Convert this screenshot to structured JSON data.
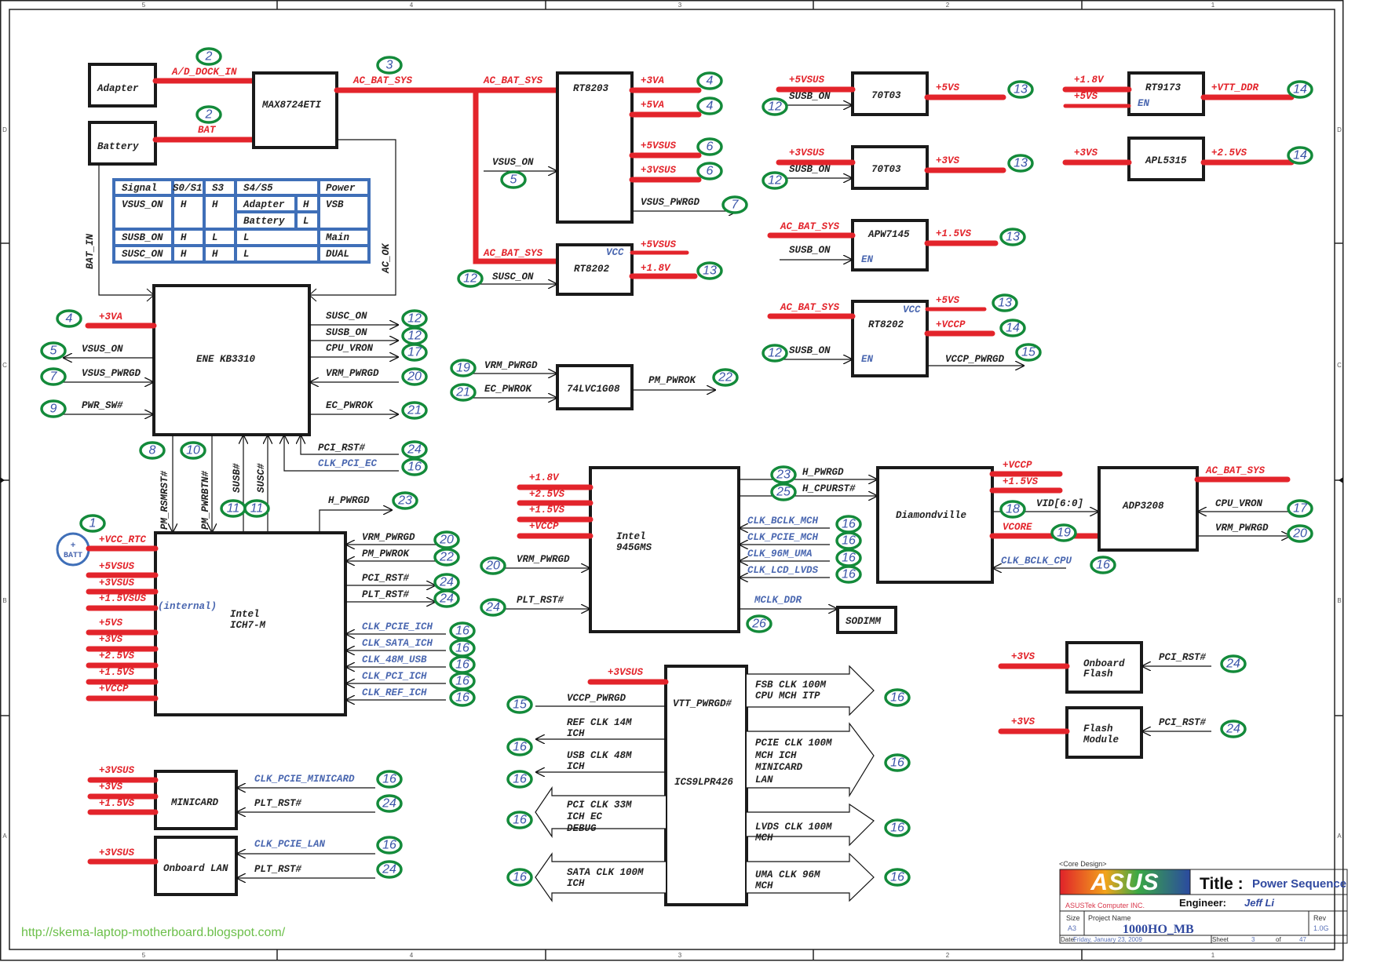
{
  "sheet": {
    "columns": [
      "5",
      "4",
      "3",
      "2",
      "1"
    ],
    "rows": [
      "D",
      "C",
      "B",
      "A"
    ],
    "watermark": "http://skema-laptop-motherboard.blogspot.com/"
  },
  "blocks": {
    "adapter": "Adapter",
    "battery": "Battery",
    "max8724": "MAX8724ETI",
    "rt8203": "RT8203",
    "rt8202_top": "RT8202",
    "t70t03_a": "70T03",
    "t70t03_b": "70T03",
    "apw7145": "APW7145",
    "rt8202_mid": "RT8202",
    "rt9173": "RT9173",
    "apl5315": "APL5315",
    "ene": "ENE KB3310",
    "lvc": "74LVC1G08",
    "ich_l1": "Intel",
    "ich_l2": "ICH7-M",
    "gms_l1": "Intel",
    "gms_l2": "945GMS",
    "diamondville": "Diamondville",
    "adp3208": "ADP3208",
    "sodimm": "SODIMM",
    "ics": "ICS9LPR426",
    "minicard": "MINICARD",
    "onboard_lan": "Onboard LAN",
    "onboard_flash_l1": "Onboard",
    "onboard_flash_l2": "Flash",
    "flash_module_l1": "Flash",
    "flash_module_l2": "Module",
    "batt_l1": "+",
    "batt_l2": "BATT"
  },
  "pin_labels": {
    "vcc": "VCC",
    "en": "EN",
    "internal": "(internal)",
    "vtt_pwrgd": "VTT_PWRGD#"
  },
  "state_table": {
    "header": [
      "Signal",
      "S0/S1",
      "S3",
      "S4/S5",
      "Power"
    ],
    "rows": [
      [
        "VSUS_ON",
        "H",
        "H",
        "Adapter",
        "H",
        "VSB"
      ],
      [
        "",
        "",
        "",
        "Battery",
        "L",
        ""
      ],
      [
        "SUSB_ON",
        "H",
        "L",
        "L",
        "",
        "Main"
      ],
      [
        "SUSC_ON",
        "H",
        "H",
        "L",
        "",
        "DUAL"
      ]
    ]
  },
  "nets": {
    "ad_dock_in": "A/D_DOCK_IN",
    "bat": "BAT",
    "ac_bat_sys": "AC_BAT_SYS",
    "p3va": "+3VA",
    "p5va": "+5VA",
    "p5vsus": "+5VSUS",
    "p3vsus": "+3VSUS",
    "p1_5vsus": "+1.5VSUS",
    "vsus_pwrgd": "VSUS_PWRGD",
    "vsus_on": "VSUS_ON",
    "susc_on": "SUSC_ON",
    "susb_on": "SUSB_ON",
    "p1_8v": "+1.8V",
    "p5vs": "+5VS",
    "p3vs": "+3VS",
    "p1_5vs": "+1.5VS",
    "p2_5vs": "+2.5VS",
    "vccp": "+VCCP",
    "vccp_pwrgd": "VCCP_PWRGD",
    "vtt_ddr": "+VTT_DDR",
    "bat_in": "BAT_IN",
    "ac_ok": "AC_OK",
    "cpu_vron": "CPU_VRON",
    "vrm_pwrgd": "VRM_PWRGD",
    "pwr_sw": "PWR_SW#",
    "ec_pwrok": "EC_PWROK",
    "pm_pwrok": "PM_PWROK",
    "pci_rst": "PCI_RST#",
    "plt_rst": "PLT_RST#",
    "clk_pci_ec": "CLK_PCI_EC",
    "pm_rsmrst": "PM_RSMRST#",
    "pm_pwrbtn": "PM_PWRBTN#",
    "susb": "SUSB#",
    "susc": "SUSC#",
    "h_pwrgd": "H_PWRGD",
    "h_cpurst": "H_CPURST#",
    "vcc_rtc": "+VCC_RTC",
    "clk_pcie_ich": "CLK_PCIE_ICH",
    "clk_sata_ich": "CLK_SATA_ICH",
    "clk_48m_usb": "CLK_48M_USB",
    "clk_pci_ich": "CLK_PCI_ICH",
    "clk_ref_ich": "CLK_REF_ICH",
    "clk_bclk_mch": "CLK_BCLK_MCH",
    "clk_pcie_mch": "CLK_PCIE_MCH",
    "clk_96m_uma": "CLK_96M_UMA",
    "clk_lcd_lvds": "CLK_LCD_LVDS",
    "mclk_ddr": "MCLK_DDR",
    "vid": "VID[6:0]",
    "vcore": "VCORE",
    "clk_bclk_cpu": "CLK_BCLK_CPU",
    "clk_pcie_minicard": "CLK_PCIE_MINICARD",
    "clk_pcie_lan": "CLK_PCIE_LAN"
  },
  "clock_buses": {
    "fsb": [
      "FSB CLK 100M",
      "CPU MCH ITP"
    ],
    "pcie": [
      "PCIE CLK 100M",
      "MCH ICH",
      "MINICARD",
      "LAN"
    ],
    "lvds": [
      "LVDS CLK 100M",
      "MCH"
    ],
    "uma": [
      "UMA CLK 96M",
      "MCH"
    ],
    "ref": [
      "REF CLK 14M",
      "ICH"
    ],
    "usb": [
      "USB CLK 48M",
      "ICH"
    ],
    "pci": [
      "PCI CLK 33M",
      "ICH EC",
      "DEBUG"
    ],
    "sata": [
      "SATA CLK 100M",
      "ICH"
    ]
  },
  "sequence_refs": {
    "r1": "1",
    "r2a": "2",
    "r2b": "2",
    "r3": "3",
    "r4a": "4",
    "r4b": "4",
    "r6a": "6",
    "r6b": "6",
    "r7": "7",
    "r5": "5",
    "r12a": "12",
    "r13a": "13",
    "r13b": "13",
    "r12b": "12",
    "r12c": "12",
    "r13c": "13",
    "r13d": "13",
    "r13e": "13",
    "r14a": "14",
    "r14b": "14",
    "r14c": "14",
    "r15": "15",
    "r12d": "12",
    "e4": "4",
    "e5": "5",
    "e7": "7",
    "e9": "9",
    "e12a": "12",
    "e12b": "12",
    "e17": "17",
    "e20": "20",
    "e21": "21",
    "e8": "8",
    "e10": "10",
    "e11a": "11",
    "e11b": "11",
    "e24": "24",
    "e16": "16",
    "e23": "23",
    "l19": "19",
    "l21": "21",
    "l22": "22",
    "i20": "20",
    "i22": "22",
    "i24a": "24",
    "i24b": "24",
    "i16a": "16",
    "i16b": "16",
    "i16c": "16",
    "i16d": "16",
    "i16e": "16",
    "g20": "20",
    "g24": "24",
    "g23": "23",
    "g25": "25",
    "g16a": "16",
    "g16b": "16",
    "g16c": "16",
    "g16d": "16",
    "g26": "26",
    "d18": "18",
    "d19": "19",
    "d16": "16",
    "a17": "17",
    "a20": "20",
    "c15": "15",
    "c16a": "16",
    "c16b": "16",
    "c16c": "16",
    "c16d": "16",
    "c16e": "16",
    "c16f": "16",
    "c16g": "16",
    "c16h": "16",
    "m16": "16",
    "m24": "24",
    "n16": "16",
    "n24": "24",
    "f24a": "24",
    "f24b": "24"
  },
  "title_block": {
    "core_design": "<Core Design>",
    "brand": "ASUS",
    "company": "ASUSTek Computer INC.",
    "title_label": "Title :",
    "title": "Power Sequence",
    "engineer_label": "Engineer:",
    "engineer": "Jeff Li",
    "size_label": "Size",
    "size": "A3",
    "project_label": "Project Name",
    "project": "1000HO_MB",
    "rev_label": "Rev",
    "rev": "1.0G",
    "date_label": "Date:",
    "date": "Friday, January 23, 2009",
    "sheet_label": "Sheet",
    "sheet": "3",
    "of_label": "of",
    "total": "47"
  }
}
